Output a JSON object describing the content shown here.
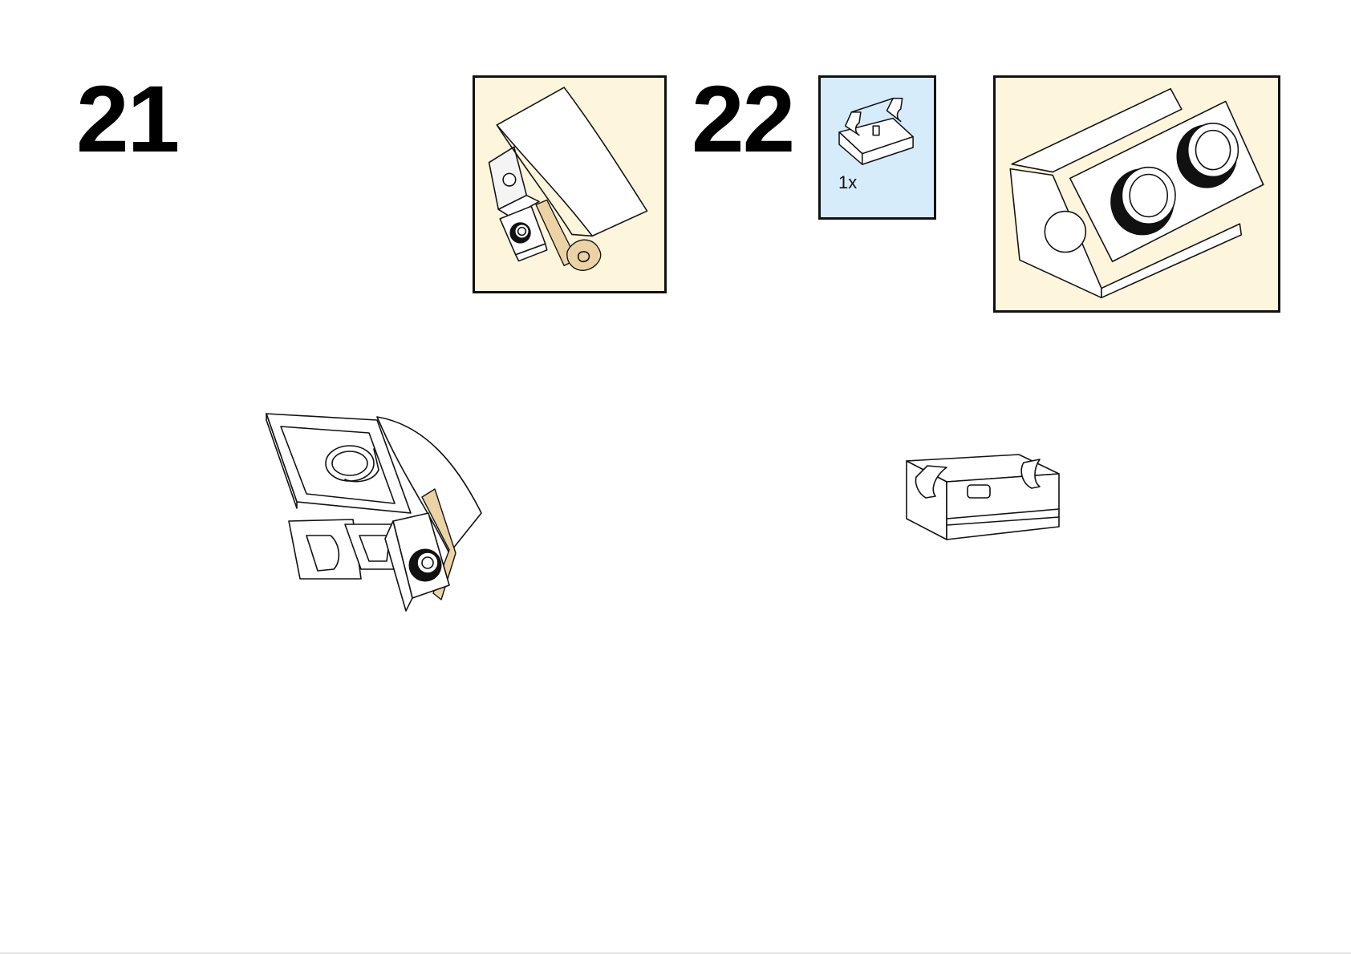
{
  "steps": [
    {
      "number": "21",
      "callout": {
        "background": "#fdf5dc",
        "border": "#111111"
      }
    },
    {
      "number": "22",
      "parts_list": {
        "background": "#d6ecfb",
        "items": [
          {
            "count": "1x",
            "part": "hinge-plate-icon"
          }
        ]
      },
      "callout": {
        "background": "#fdf5dc",
        "border": "#111111"
      }
    }
  ],
  "colors": {
    "part_white": "#ffffff",
    "part_tan": "#ecd3a6",
    "outline": "#111111"
  }
}
